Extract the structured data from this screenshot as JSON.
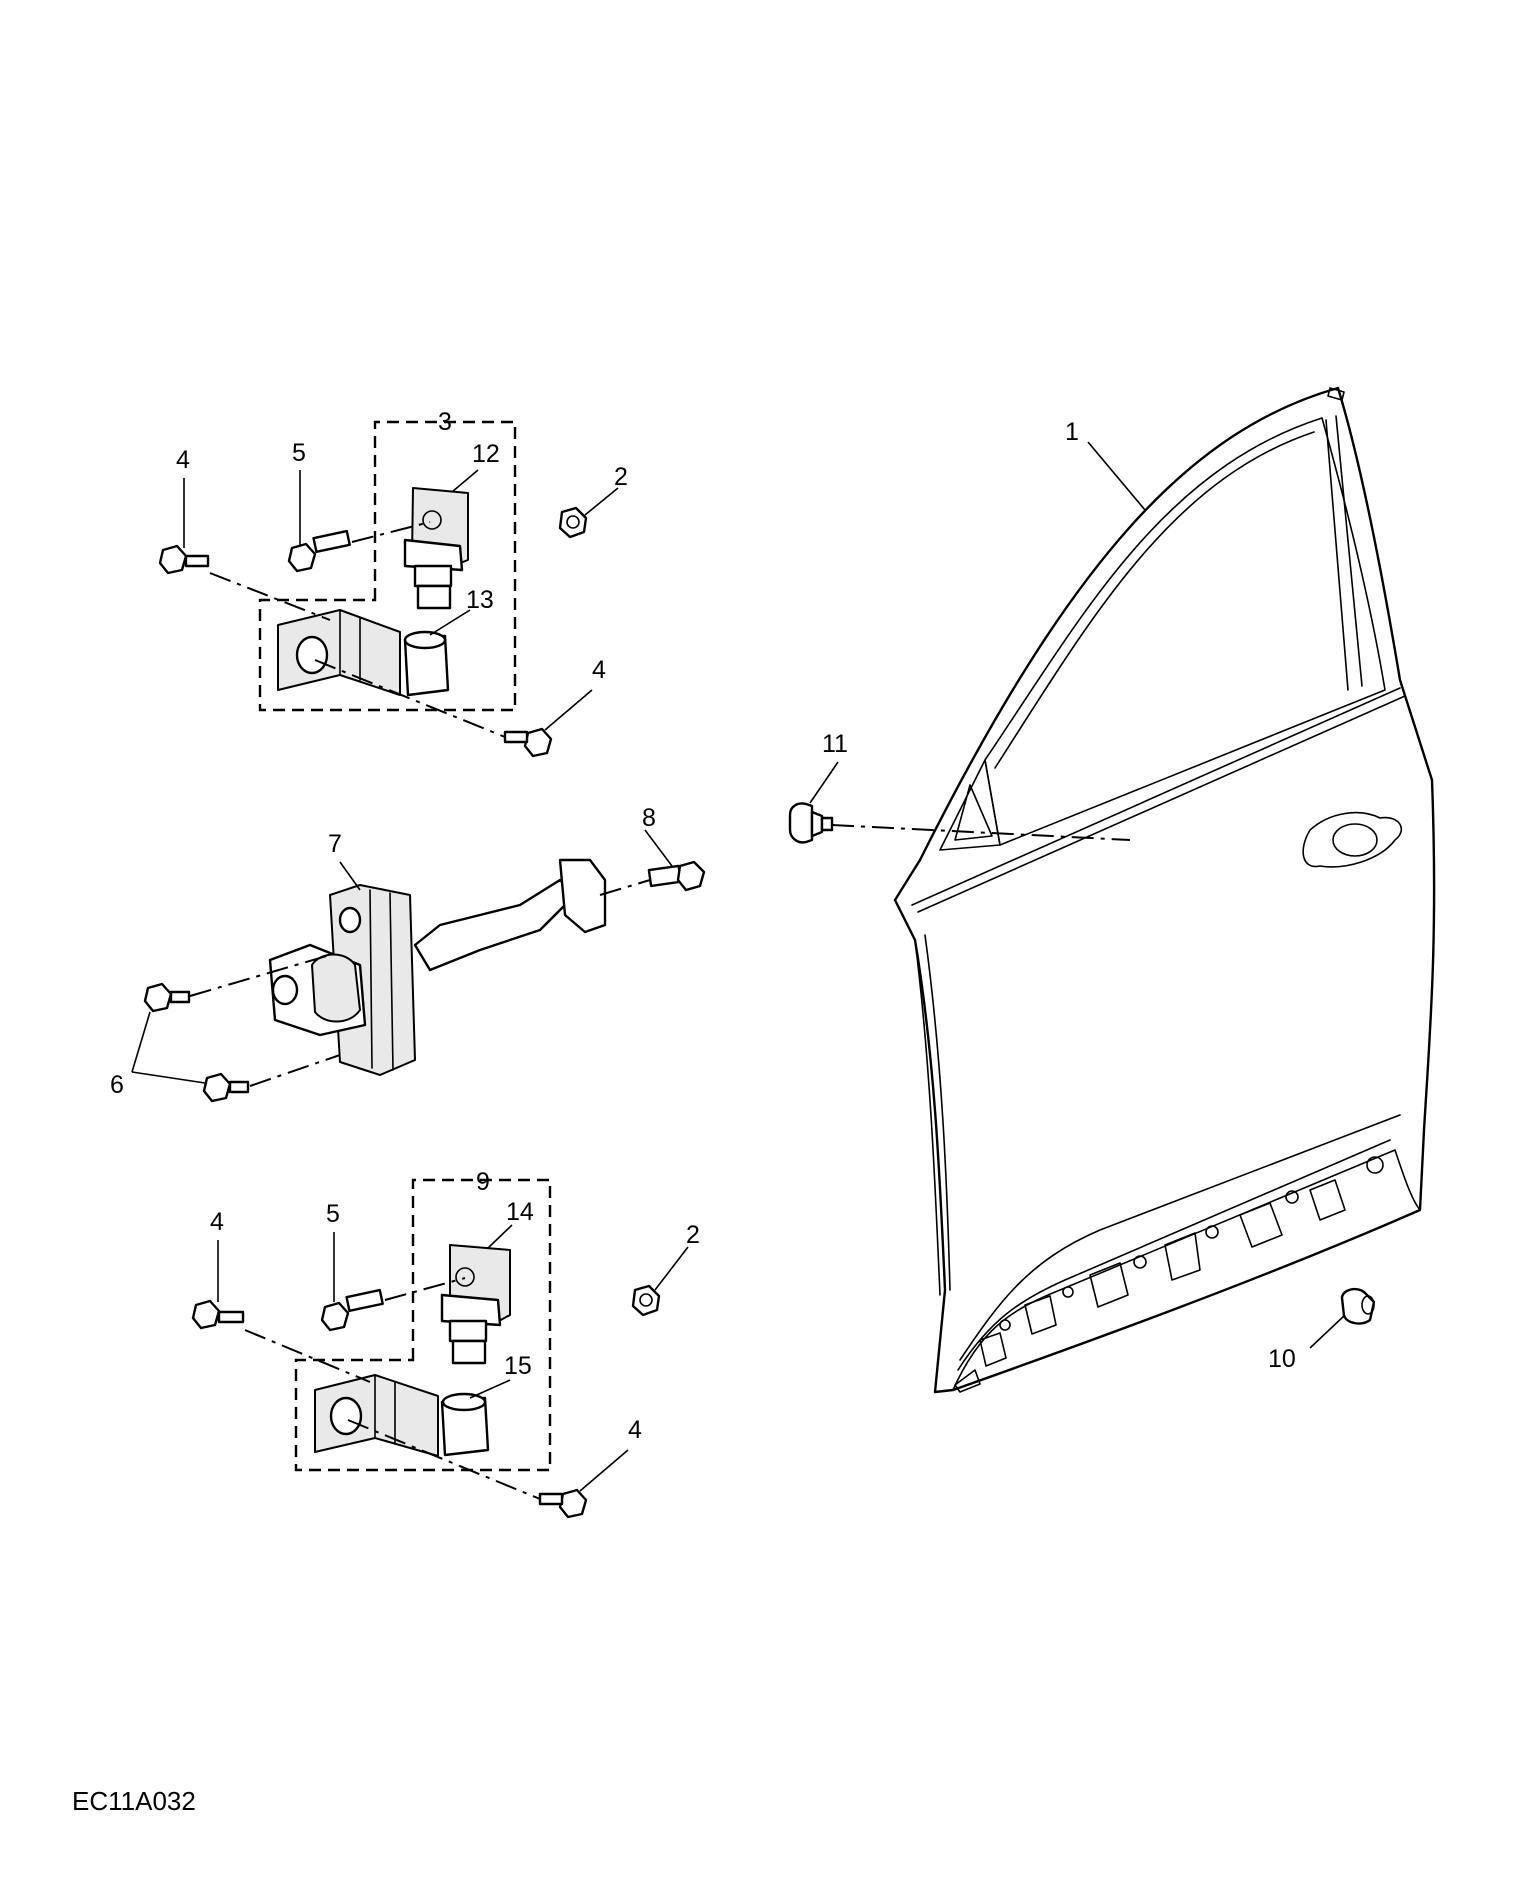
{
  "diagram": {
    "reference_code": "EC11A032",
    "callouts": {
      "door_shell": "1",
      "nut_upper": "2",
      "nut_lower": "2",
      "upper_hinge_assembly": "3",
      "bolt_upper_left": "4",
      "bolt_upper_right": "4",
      "bolt_lower_left": "4",
      "bolt_lower_right": "4",
      "bolt_upper_hinge_pin": "5",
      "bolt_lower_hinge_pin": "5",
      "check_strap_bolts": "6",
      "door_check_strap": "7",
      "check_strap_bolt": "8",
      "lower_hinge_assembly": "9",
      "drain_plug": "10",
      "door_bumper": "11",
      "upper_hinge_door_half": "12",
      "upper_hinge_body_half": "13",
      "lower_hinge_door_half": "14",
      "lower_hinge_body_half": "15"
    }
  }
}
